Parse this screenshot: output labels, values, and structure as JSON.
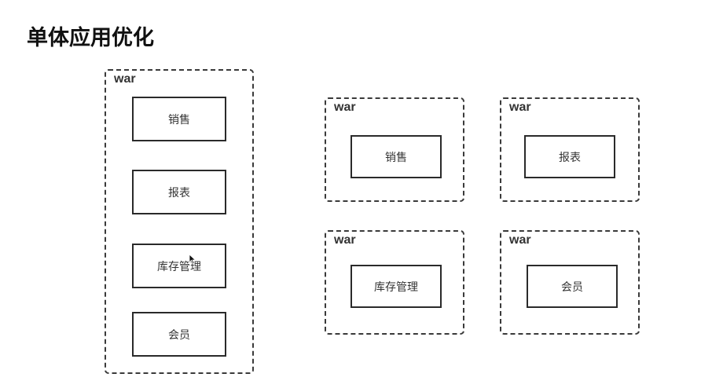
{
  "title": "单体应用优化",
  "monolith": {
    "label": "war",
    "modules": [
      "销售",
      "报表",
      "库存管理",
      "会员"
    ]
  },
  "split": [
    {
      "label": "war",
      "module": "销售"
    },
    {
      "label": "war",
      "module": "报表"
    },
    {
      "label": "war",
      "module": "库存管理"
    },
    {
      "label": "war",
      "module": "会员"
    }
  ]
}
